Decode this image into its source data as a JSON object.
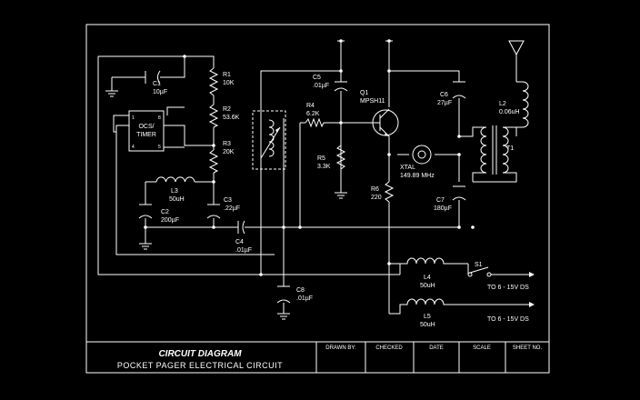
{
  "title_block": {
    "title": "CIRCUIT DIAGRAM",
    "subtitle": "POCKET PAGER ELECTRICAL CIRCUIT",
    "columns": [
      "DRAWN BY:",
      "CHECKED",
      "DATE",
      "SCALE",
      "SHEET NO."
    ]
  },
  "components": {
    "r1": {
      "ref": "R1",
      "value": "10K"
    },
    "r2": {
      "ref": "R2",
      "value": "53.6K"
    },
    "r3": {
      "ref": "R3",
      "value": "20K"
    },
    "c1": {
      "ref": "C1",
      "value": "10µF"
    },
    "timer": {
      "line1": "OCS/",
      "line2": "TIMER",
      "pin1": "1",
      "pin8": "8",
      "pin4": "4",
      "pin5": "5"
    },
    "l3": {
      "ref": "L3",
      "value": "50uH"
    },
    "c2": {
      "ref": "C2",
      "value": "200µF"
    },
    "c3": {
      "ref": "C3",
      "value": ".22µF"
    },
    "c4": {
      "ref": "C4",
      "value": ".01µF"
    },
    "c5": {
      "ref": "C5",
      "value": ".01µF"
    },
    "r4": {
      "ref": "R4",
      "value": "6.2K"
    },
    "r5": {
      "ref": "R5",
      "value": "3.3K"
    },
    "q1": {
      "ref": "Q1",
      "value": "MPSH11"
    },
    "xtal": {
      "ref": "XTAL",
      "value": "149.89 MHz"
    },
    "r6": {
      "ref": "R6",
      "value": "220"
    },
    "c6": {
      "ref": "C6",
      "value": "27µF"
    },
    "c7": {
      "ref": "C7",
      "value": "180µF"
    },
    "l2": {
      "ref": "L2",
      "value": "0.06uH"
    },
    "t1": {
      "ref": "T1"
    },
    "c8": {
      "ref": "C8",
      "value": ".01µF"
    },
    "l4": {
      "ref": "L4",
      "value": "50uH"
    },
    "l5": {
      "ref": "L5",
      "value": "50uH"
    },
    "s1": {
      "ref": "S1"
    }
  },
  "outputs": {
    "out1": "TO 6 - 15V DS",
    "out2": "TO 6 - 15V DS"
  }
}
